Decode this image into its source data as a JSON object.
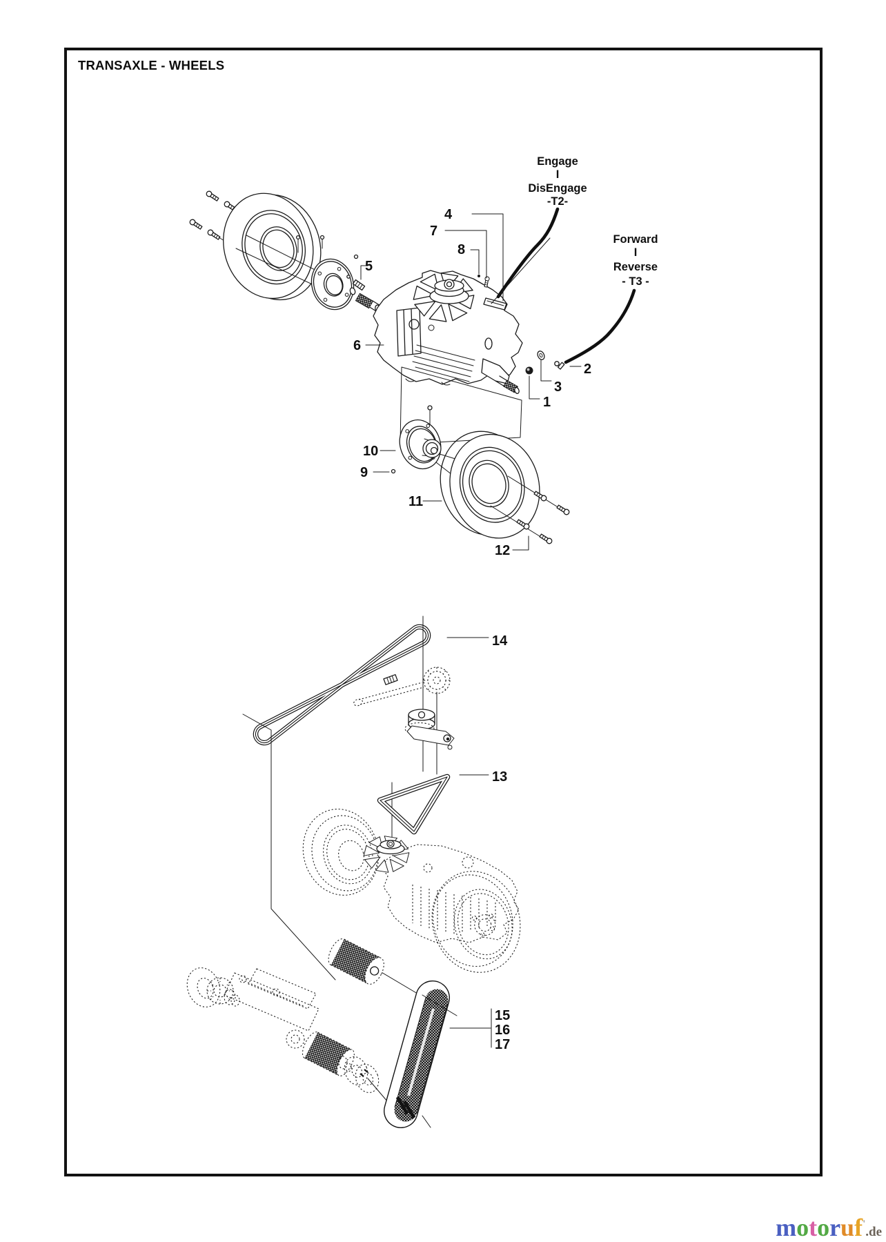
{
  "page": {
    "title": "TRANSAXLE - WHEELS",
    "ink": "#1a1a1a",
    "paper": "#ffffff"
  },
  "controls": {
    "t2": [
      "Engage",
      "I",
      "DisEngage",
      "-T2-"
    ],
    "t3": [
      "Forward",
      "I",
      "Reverse",
      "- T3 -"
    ]
  },
  "parts": {
    "p1": "1",
    "p2": "2",
    "p3": "3",
    "p4": "4",
    "p5": "5",
    "p6": "6",
    "p7": "7",
    "p8": "8",
    "p9": "9",
    "p10": "10",
    "p11": "11",
    "p12": "12",
    "p13": "13",
    "p14": "14",
    "p15": "15",
    "p16": "16",
    "p17": "17"
  },
  "watermark": {
    "letters": [
      {
        "ch": "m",
        "color": "#4a5fc1"
      },
      {
        "ch": "o",
        "color": "#53a945"
      },
      {
        "ch": "t",
        "color": "#d85fa5"
      },
      {
        "ch": "o",
        "color": "#53a945"
      },
      {
        "ch": "r",
        "color": "#4a5fc1"
      },
      {
        "ch": "u",
        "color": "#e08b28"
      },
      {
        "ch": "f",
        "color": "#e7a426"
      }
    ],
    "tick": {
      "ch": "'",
      "color": "#9a9a9a"
    },
    "suffix": {
      "ch": ".de",
      "color": "#6b6258"
    }
  }
}
